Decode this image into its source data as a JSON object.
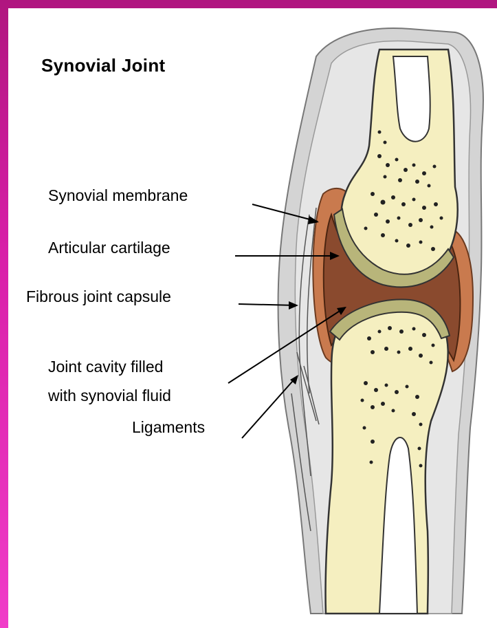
{
  "title": "Synovial Joint",
  "labels": {
    "synovial_membrane": "Synovial membrane",
    "articular_cartilage": "Articular cartilage",
    "fibrous_joint_capsule": "Fibrous joint capsule",
    "joint_cavity_line1": "Joint cavity filled",
    "joint_cavity_line2": "with synovial fluid",
    "ligaments": "Ligaments"
  },
  "colors": {
    "frame": "#d81fa8",
    "bone": "#f5efc0",
    "cartilage": "#b8b57a",
    "membrane": "#c97a4e",
    "cavity": "#8a4a2e",
    "capsule": "#c9c9c9"
  }
}
